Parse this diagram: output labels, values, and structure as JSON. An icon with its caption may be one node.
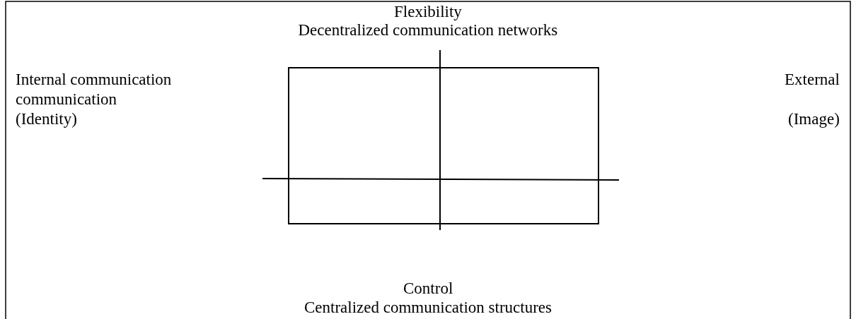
{
  "diagram": {
    "labels": [
      "Flexibility",
      "Decentralized communication networks",
      "Internal communication",
      "External",
      "communication",
      "(Identity)",
      "(Image)",
      "Control",
      "Centralized communication structures"
    ]
  }
}
